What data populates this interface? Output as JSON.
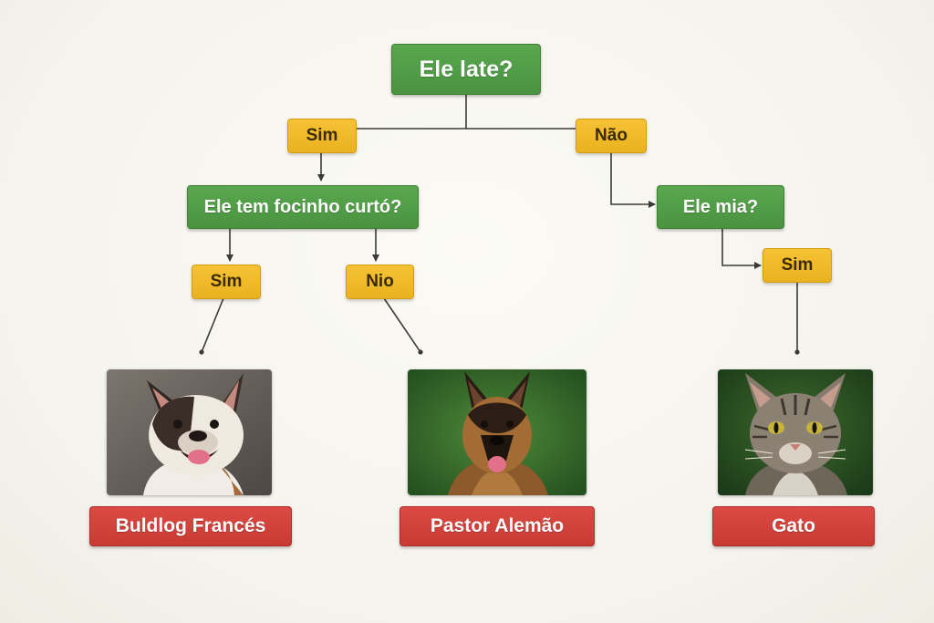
{
  "diagram": {
    "root_question": "Ele late?",
    "yes_left": "Sim",
    "no_right": "Não",
    "question_snout": "Ele tem focinho curtó?",
    "question_meow": "Ele mia?",
    "snout_yes": "Sim",
    "snout_no": "Nio",
    "meow_yes": "Sim",
    "results": [
      {
        "label": "Buldlog Francés",
        "image": "french-bulldog-photo"
      },
      {
        "label": "Pastor Alemão",
        "image": "german-shepherd-photo"
      },
      {
        "label": "Gato",
        "image": "tabby-cat-photo"
      }
    ]
  },
  "colors": {
    "question": "#4e9a44",
    "answer": "#f0b82a",
    "result": "#d2423c",
    "connector": "#3a3a3a"
  }
}
